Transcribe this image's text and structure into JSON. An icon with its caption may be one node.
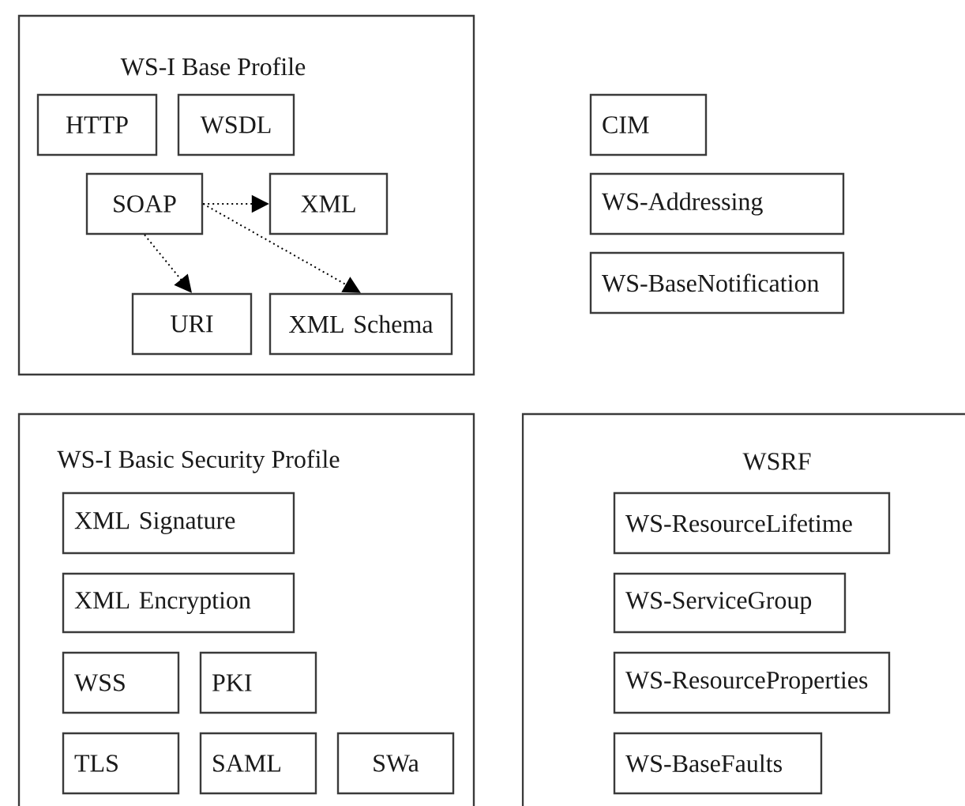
{
  "diagram": {
    "nodes": [
      {
        "text": [
          "WS-I Base Profile"
        ]
      },
      {
        "text": [
          "HTTP"
        ],
        "in": 0
      },
      {
        "text": [
          "WSDL"
        ],
        "in": 0
      },
      {
        "text": [
          "SOAP"
        ],
        "in": 0
      },
      {
        "text": [
          "XML"
        ],
        "in": 0
      },
      {
        "text": [
          "URI"
        ],
        "in": 0
      },
      {
        "text": [
          "XML Schema"
        ],
        "in": 0
      },
      {
        "text": [
          "CIM"
        ]
      },
      {
        "text": [
          "WS-Addressing"
        ]
      },
      {
        "text": [
          "WS-BaseNotification"
        ]
      },
      {
        "text": [
          "WS-I Basic Security Profile"
        ]
      },
      {
        "text": [
          "XML Signature"
        ],
        "in": 10
      },
      {
        "text": [
          "XML Encryption"
        ],
        "in": 10
      },
      {
        "text": [
          "WSS"
        ],
        "in": 10
      },
      {
        "text": [
          "PKI"
        ],
        "in": 10
      },
      {
        "text": [
          "TLS"
        ],
        "in": 10
      },
      {
        "text": [
          "SAML"
        ],
        "in": 10
      },
      {
        "text": [
          "SWa"
        ],
        "in": 10
      },
      {
        "text": [
          "WSRF"
        ]
      },
      {
        "text": [
          "WS-ResourceLifetime"
        ],
        "in": 18
      },
      {
        "text": [
          "WS-ServiceGroup"
        ],
        "in": 18
      },
      {
        "text": [
          "WS-ResourceProperties"
        ],
        "in": 18
      },
      {
        "text": [
          "WS-BaseFaults"
        ],
        "in": 18
      }
    ],
    "edges": [
      {
        "from": 3,
        "to": 4,
        "arrow": "to"
      },
      {
        "from": 3,
        "to": 5,
        "arrow": "to"
      },
      {
        "from": 3,
        "to": 6,
        "arrow": "to"
      }
    ]
  }
}
